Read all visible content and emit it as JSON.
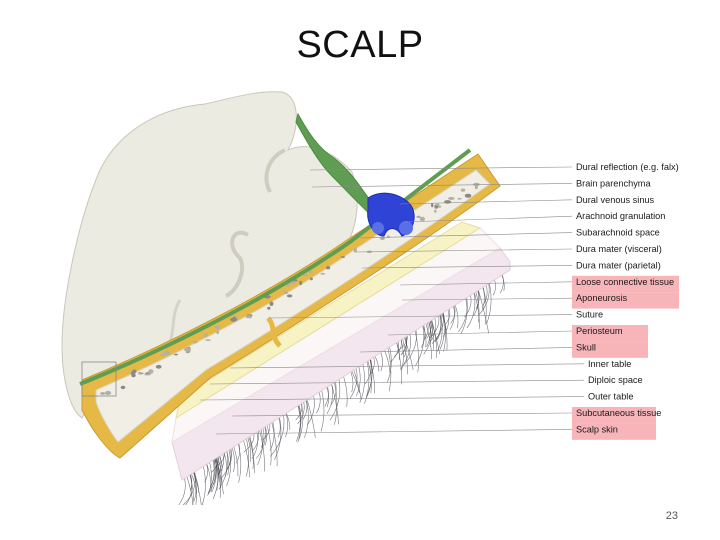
{
  "slide": {
    "title": "SCALP",
    "page_number": "23"
  },
  "colors": {
    "highlight": "#f6a7ad",
    "brain": "#ecebe2",
    "dura": "#5f9e52",
    "sinus": "#2f43d6",
    "bone_outer": "#e6b947",
    "diploe": "#f1efe5",
    "periosteum": "#f8f3c4",
    "subcutaneous": "#f4e6ee",
    "hair": "#4a4a52"
  },
  "labels": [
    {
      "id": "dural-reflection",
      "text": "Dural reflection (e.g. falx)",
      "highlighted": false
    },
    {
      "id": "brain-parenchyma",
      "text": "Brain parenchyma",
      "highlighted": false
    },
    {
      "id": "dural-venous-sinus",
      "text": "Dural venous sinus",
      "highlighted": false
    },
    {
      "id": "arachnoid-granulation",
      "text": "Arachnoid granulation",
      "highlighted": false
    },
    {
      "id": "subarachnoid-space",
      "text": "Subarachnoid space",
      "highlighted": false
    },
    {
      "id": "dura-mater-visceral",
      "text": "Dura mater (visceral)",
      "highlighted": false
    },
    {
      "id": "dura-mater-parietal",
      "text": "Dura mater (parietal)",
      "highlighted": false
    },
    {
      "id": "loose-connective-tissue",
      "text": "Loose connective tissue",
      "highlighted": true
    },
    {
      "id": "aponeurosis",
      "text": "Aponeurosis",
      "highlighted": true
    },
    {
      "id": "suture",
      "text": "Suture",
      "highlighted": false
    },
    {
      "id": "periosteum",
      "text": "Periosteum",
      "highlighted": true
    },
    {
      "id": "skull",
      "text": "Skull",
      "highlighted": true
    },
    {
      "id": "inner-table",
      "text": "Inner table",
      "highlighted": false
    },
    {
      "id": "diploic-space",
      "text": "Diploic space",
      "highlighted": false
    },
    {
      "id": "outer-table",
      "text": "Outer table",
      "highlighted": false
    },
    {
      "id": "subcutaneous-tissue",
      "text": "Subcutaneous tissue",
      "highlighted": true
    },
    {
      "id": "scalp-skin",
      "text": "Scalp skin",
      "highlighted": true
    }
  ]
}
